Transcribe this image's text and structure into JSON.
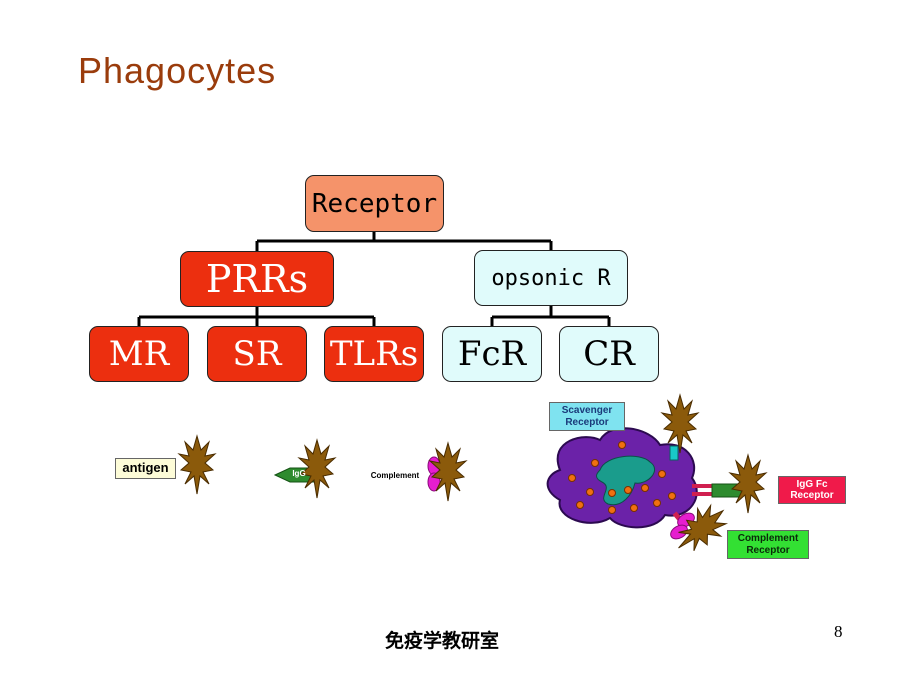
{
  "title": "Phagocytes",
  "tree": {
    "root": "Receptor",
    "prr": "PRRs",
    "opsonic": "opsonic R",
    "prr_children": [
      "MR",
      "SR",
      "TLRs"
    ],
    "opsonic_children": [
      "FcR",
      "CR"
    ]
  },
  "legend": {
    "antigen": "antigen",
    "igg": "IgG",
    "complement": "Complement"
  },
  "cell_labels": {
    "scavenger": "Scavenger Receptor",
    "igg_fc": "IgG Fc Receptor",
    "complement_receptor": "Complement Receptor"
  },
  "footer": "免疫学教研室",
  "page_number": "8",
  "colors": {
    "title": "#9a3c0c",
    "root": "#f5936a",
    "prr": "#ec2f0f",
    "opsonic": "#e0fbfb",
    "antigen": "#8b5a0b",
    "cell": "#6a2aa8",
    "nucleus": "#1a9c8c"
  }
}
